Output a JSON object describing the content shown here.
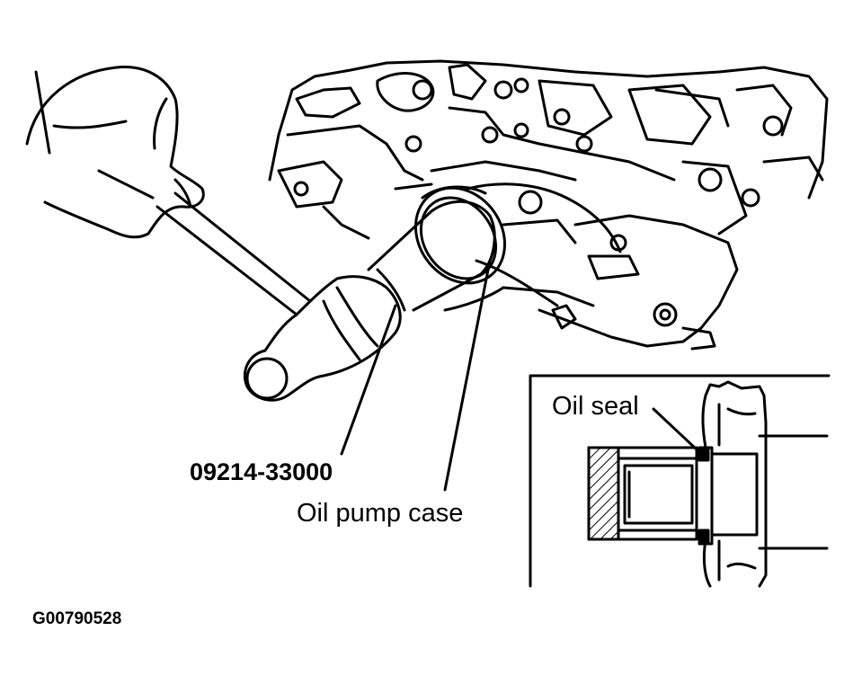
{
  "labels": {
    "tool_part_number": "09214-33000",
    "oil_pump_case": "Oil pump case",
    "oil_seal": "Oil seal",
    "figure_code": "G00790528"
  }
}
